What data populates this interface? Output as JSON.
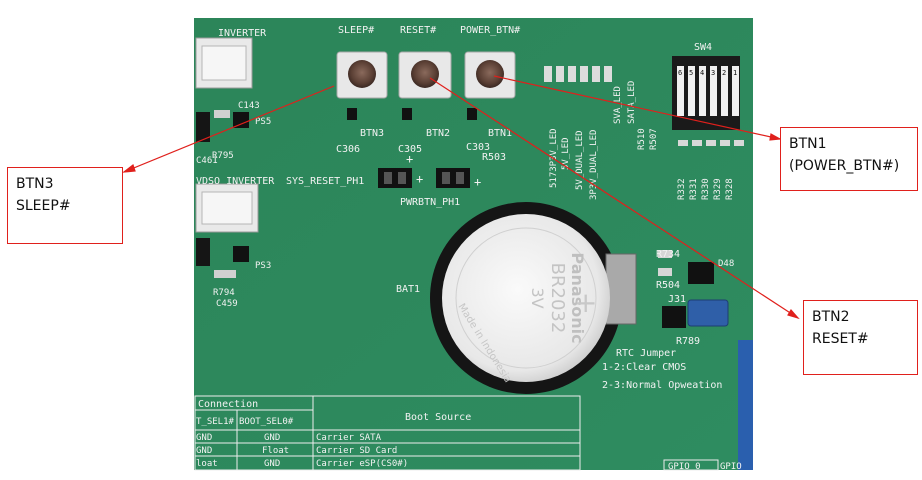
{
  "callouts": {
    "btn1": {
      "title": "BTN1",
      "subtitle": "(POWER_BTN#)"
    },
    "btn2": {
      "title": "BTN2",
      "subtitle": "RESET#"
    },
    "btn3": {
      "title": "BTN3",
      "subtitle": "SLEEP#"
    }
  },
  "board": {
    "button_headers": [
      "SLEEP#",
      "RESET#",
      "POWER_BTN#"
    ],
    "button_labels": [
      "BTN3",
      "BTN2",
      "BTN1"
    ],
    "caps": [
      "C306",
      "C305",
      "C303"
    ],
    "r503": "R503",
    "sw4": "SW4",
    "dip_numbers": [
      "6",
      "5",
      "4",
      "3",
      "2",
      "1"
    ],
    "led_labels": [
      "SATA_LED",
      "SVA_LED"
    ],
    "led_column_labels": [
      "5173P3V_LED",
      "5V_LED",
      "5V_DUAL_LED",
      "3P3V_DUAL_LED"
    ],
    "resistors_right": [
      "R510",
      "R507"
    ],
    "resistors_bottom": [
      "R332",
      "R331",
      "R330",
      "R329",
      "R328"
    ],
    "inverter_top": "INVERTER",
    "inverter_mid": "VDSO INVERTER",
    "sys_reset": "SYS_RESET_PH1",
    "pwrbtn": "PWRBTN_PH1",
    "left_parts": [
      "C461",
      "R795",
      "R794",
      "C459",
      "PS5",
      "PS3",
      "C143"
    ],
    "plus": "+",
    "bat": "BAT1",
    "battery_brand": "Panasonic",
    "battery_model": "BR2032",
    "battery_volt": "3V",
    "battery_origin": "Made in Indonesia",
    "r734": "R734",
    "r504": "R504",
    "j31": "J31",
    "r789": "R789",
    "d48": "D48",
    "rtc_jumper": "RTC Jumper",
    "rtc_line1": "1-2:Clear CMOS",
    "rtc_line2": "2-3:Normal Opweation",
    "table_headers": [
      "Connection",
      "T_SEL1#",
      "BOOT_SEL0#",
      "Boot Source"
    ],
    "table_rows": [
      [
        "GND",
        "GND",
        "Carrier SATA"
      ],
      [
        "GND",
        "Float",
        "Carrier SD Card"
      ],
      [
        "loat",
        "GND",
        "Carrier eSP(CS0#)"
      ]
    ],
    "gpio": [
      "GPIO 0",
      "GPIO"
    ]
  },
  "colors": {
    "pcb": "#2f8a5e",
    "silk": "#f2f2f2",
    "callout_border": "#e0201c"
  }
}
